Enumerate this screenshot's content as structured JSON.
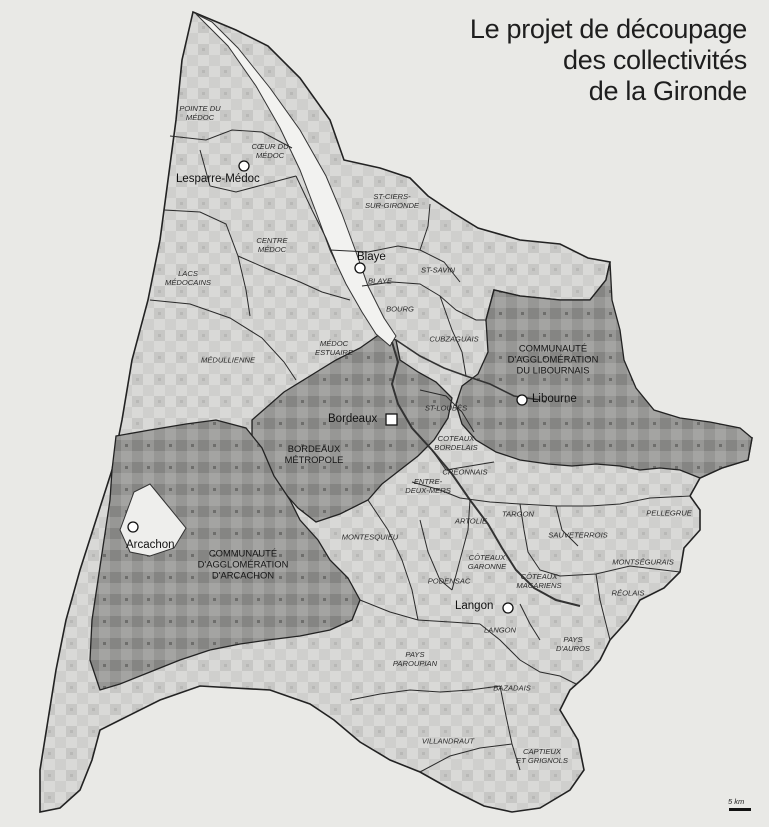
{
  "title": {
    "line1": "Le projet de découpage",
    "line2": "des collectivités",
    "line3": "de la Gironde"
  },
  "territories": {
    "pointe_du_medoc": "POINTE DU\nMÉDOC",
    "coeur_du_medoc": "CŒUR DU\nMÉDOC",
    "centre_medoc": "CENTRE\nMÉDOC",
    "lacs_medocains": "LACS\nMÉDOCAINS",
    "medullienne": "MÉDULLIENNE",
    "medoc_estuaire": "MÉDOC\nESTUAIRE",
    "st_ciers": "ST-CIERS-\nSUR-GIRONDE",
    "blaye": "BLAYE",
    "st_savin": "ST-SAVIN",
    "bourg": "BOURG",
    "cubzaguais": "CUBZAGUAIS",
    "st_loubes": "ST-LOUBÈS",
    "coteaux_bordelais": "COTEAUX\nBORDELAIS",
    "creonnais": "CRÉONNAIS",
    "entre_deux_mers": "ENTRE-\nDEUX-MERS",
    "targon": "TARGON",
    "pellegrue": "PELLEGRUE",
    "sauveterrois": "SAUVETERROIS",
    "artolie": "ARTOLIE",
    "coteaux_garonne": "CÔTEAUX\nGARONNE",
    "montsegurais": "MONTSÉGURAIS",
    "montesquieu": "MONTESQUIEU",
    "podensac": "PODENSAC",
    "coteaux_macariens": "CÔTEAUX\nMACARIENS",
    "reolais": "RÉOLAIS",
    "langon": "LANGON",
    "pays_d_aurons": "PAYS\nD'AUROS",
    "pays_paroupian": "PAYS\nPAROUPIAN",
    "bazadais": "BAZADAIS",
    "villandraut": "VILLANDRAUT",
    "captieux": "CAPTIEUX\nET GRIGNOLS"
  },
  "major_areas": {
    "bordeaux_metropole": "BORDEAUX\nMÉTROPOLE",
    "ca_libournais": "COMMUNAUTÉ\nD'AGGLOMÉRATION\nDU LIBOURNAIS",
    "ca_arcachon": "COMMUNAUTÉ\nD'AGGLOMÉRATION\nD'ARCACHON"
  },
  "cities": {
    "lesparre": "Lesparre-Médoc",
    "blaye": "Blaye",
    "bordeaux": "Bordeaux",
    "libourne": "Libourne",
    "arcachon": "Arcachon",
    "langon": "Langon"
  },
  "scale": "5 km",
  "colors": {
    "paper": "#e9e9e6",
    "light_fill": "#d8d8d6",
    "dark_fill": "#8e8e8c",
    "border": "#2a2a2a",
    "water": "#f2f2f0"
  }
}
